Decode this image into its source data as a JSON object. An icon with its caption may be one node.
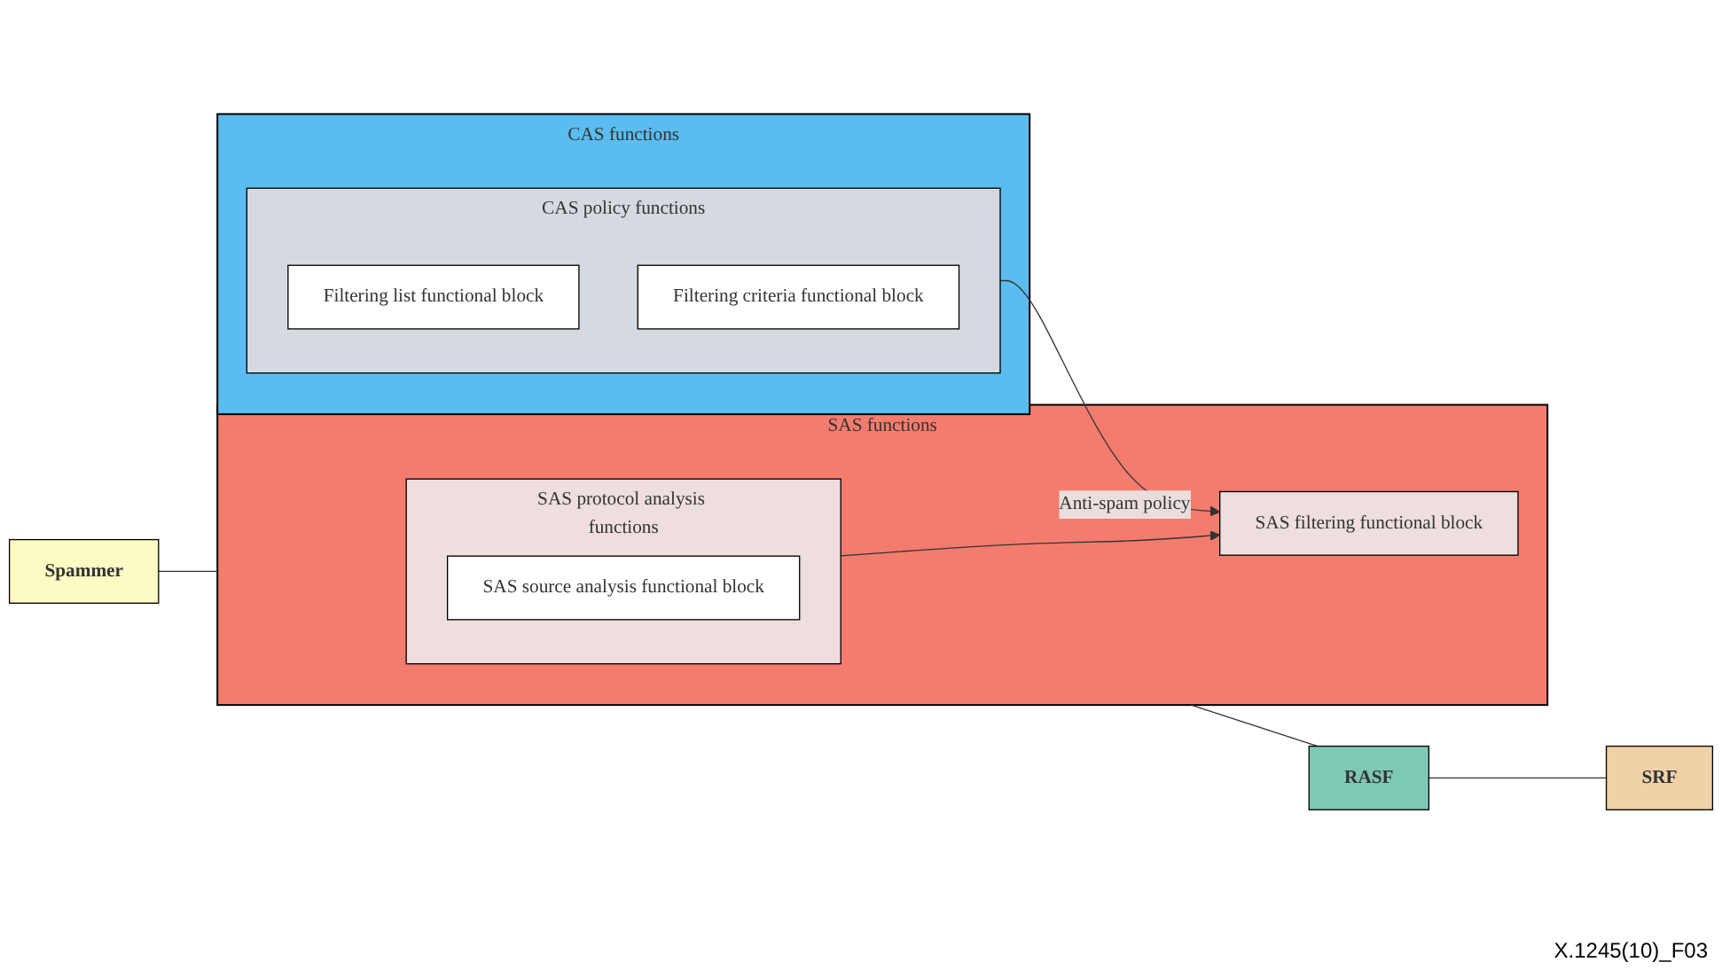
{
  "diagram": {
    "nodes": [
      {
        "text": [
          "CAS functions"
        ]
      },
      {
        "text": [
          "CAS policy functions"
        ],
        "in": 0
      },
      {
        "text": [
          "Filtering list functional block"
        ],
        "in": 1
      },
      {
        "text": [
          "Filtering criteria functional block"
        ],
        "in": 1
      },
      {
        "text": [
          "Spammer"
        ]
      },
      {
        "text": [
          "SAS functions"
        ]
      },
      {
        "text": [
          "SAS protocol analysis functions"
        ],
        "in": 5
      },
      {
        "text": [
          "SAS source analysis functional block"
        ],
        "in": 6
      },
      {
        "text": [
          "SAS filtering functional block"
        ],
        "in": 5
      },
      {
        "text": [
          "RASF"
        ]
      },
      {
        "text": [
          "SRF"
        ]
      }
    ],
    "edges": [
      {
        "from": 1,
        "to": 8,
        "arrow": "to",
        "label": "Anti-spam policy"
      },
      {
        "from": 4,
        "to": 5,
        "arrow": "none"
      },
      {
        "from": 6,
        "to": 8,
        "arrow": "to"
      },
      {
        "from": 5,
        "to": 9,
        "arrow": "none"
      },
      {
        "from": 9,
        "to": 10,
        "arrow": "none"
      }
    ],
    "labels": [
      "X.1245(10)_F03"
    ]
  }
}
